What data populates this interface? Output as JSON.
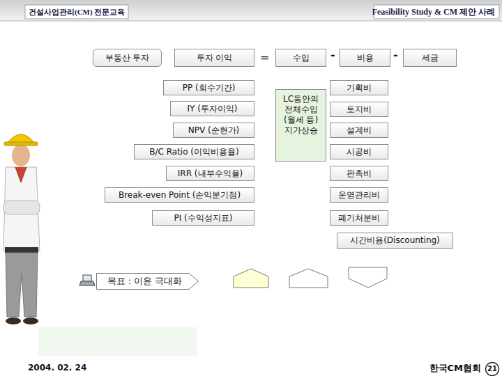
{
  "diagram": {
    "title": "Feasibility Study & CM 제안 사례",
    "nodes": [
      {
        "text": [
          "부동산 투자"
        ]
      },
      {
        "text": [
          "투자 이익"
        ]
      },
      {
        "text": [
          "수입"
        ]
      },
      {
        "text": [
          "비용"
        ]
      },
      {
        "text": [
          "세금"
        ]
      },
      {
        "text": [
          "PP (회수기간)"
        ]
      },
      {
        "text": [
          "IY (투자이익)"
        ]
      },
      {
        "text": [
          "NPV (순현가)"
        ]
      },
      {
        "text": [
          "B/C Ratio (이익비용율)"
        ]
      },
      {
        "text": [
          "IRR (내부수익율)"
        ]
      },
      {
        "text": [
          "Break-even Point (손익분기점)"
        ]
      },
      {
        "text": [
          "PI (수익성지표)"
        ]
      },
      {
        "text": [
          "LC동안의 전체수입 (월세 등) 지가상승"
        ]
      },
      {
        "text": [
          "기획비"
        ]
      },
      {
        "text": [
          "토지비"
        ]
      },
      {
        "text": [
          "설계비"
        ]
      },
      {
        "text": [
          "시공비"
        ]
      },
      {
        "text": [
          "판촉비"
        ]
      },
      {
        "text": [
          "운영관리비"
        ]
      },
      {
        "text": [
          "폐기처분비"
        ]
      },
      {
        "text": [
          "시간비용(Discounting)"
        ]
      },
      {
        "text": [
          "목표 : 이윤 극대화"
        ]
      },
      {
        "text": [
          "21"
        ]
      }
    ],
    "labels": [
      "건설사업관리(CM) 전문교육",
      "=",
      "-",
      "-",
      "2004. 02. 24",
      "한국CM협회"
    ]
  }
}
